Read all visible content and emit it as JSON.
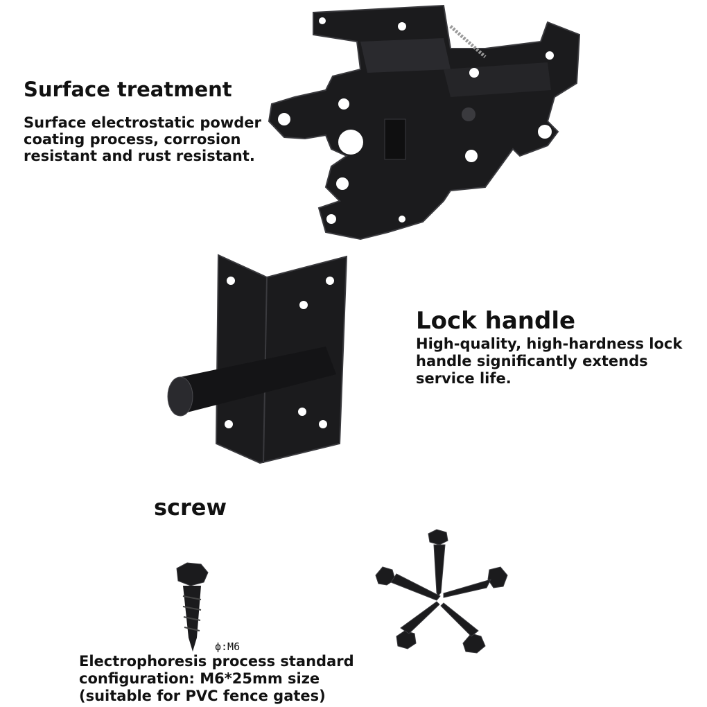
{
  "surface": {
    "title": "Surface treatment",
    "description": "Surface electrostatic powder\ncoating process, corrosion\nresistant and rust resistant."
  },
  "lock_handle": {
    "title": "Lock handle",
    "description": "High-quality, high-hardness lock\nhandle significantly extends\nservice life."
  },
  "screw": {
    "title": "screw",
    "size_label": "ϕ:M6",
    "description": "Electrophoresis process standard\nconfiguration: M6*25mm size\n(suitable for PVC fence gates)"
  },
  "colors": {
    "metal": "#1b1b1d",
    "metal_edge": "#3a3a3e",
    "hole": "#ffffff",
    "text": "#111111"
  },
  "images": [
    "gate-latch-image",
    "lock-handle-image",
    "single-screw-image",
    "screw-star-arrangement-image"
  ]
}
